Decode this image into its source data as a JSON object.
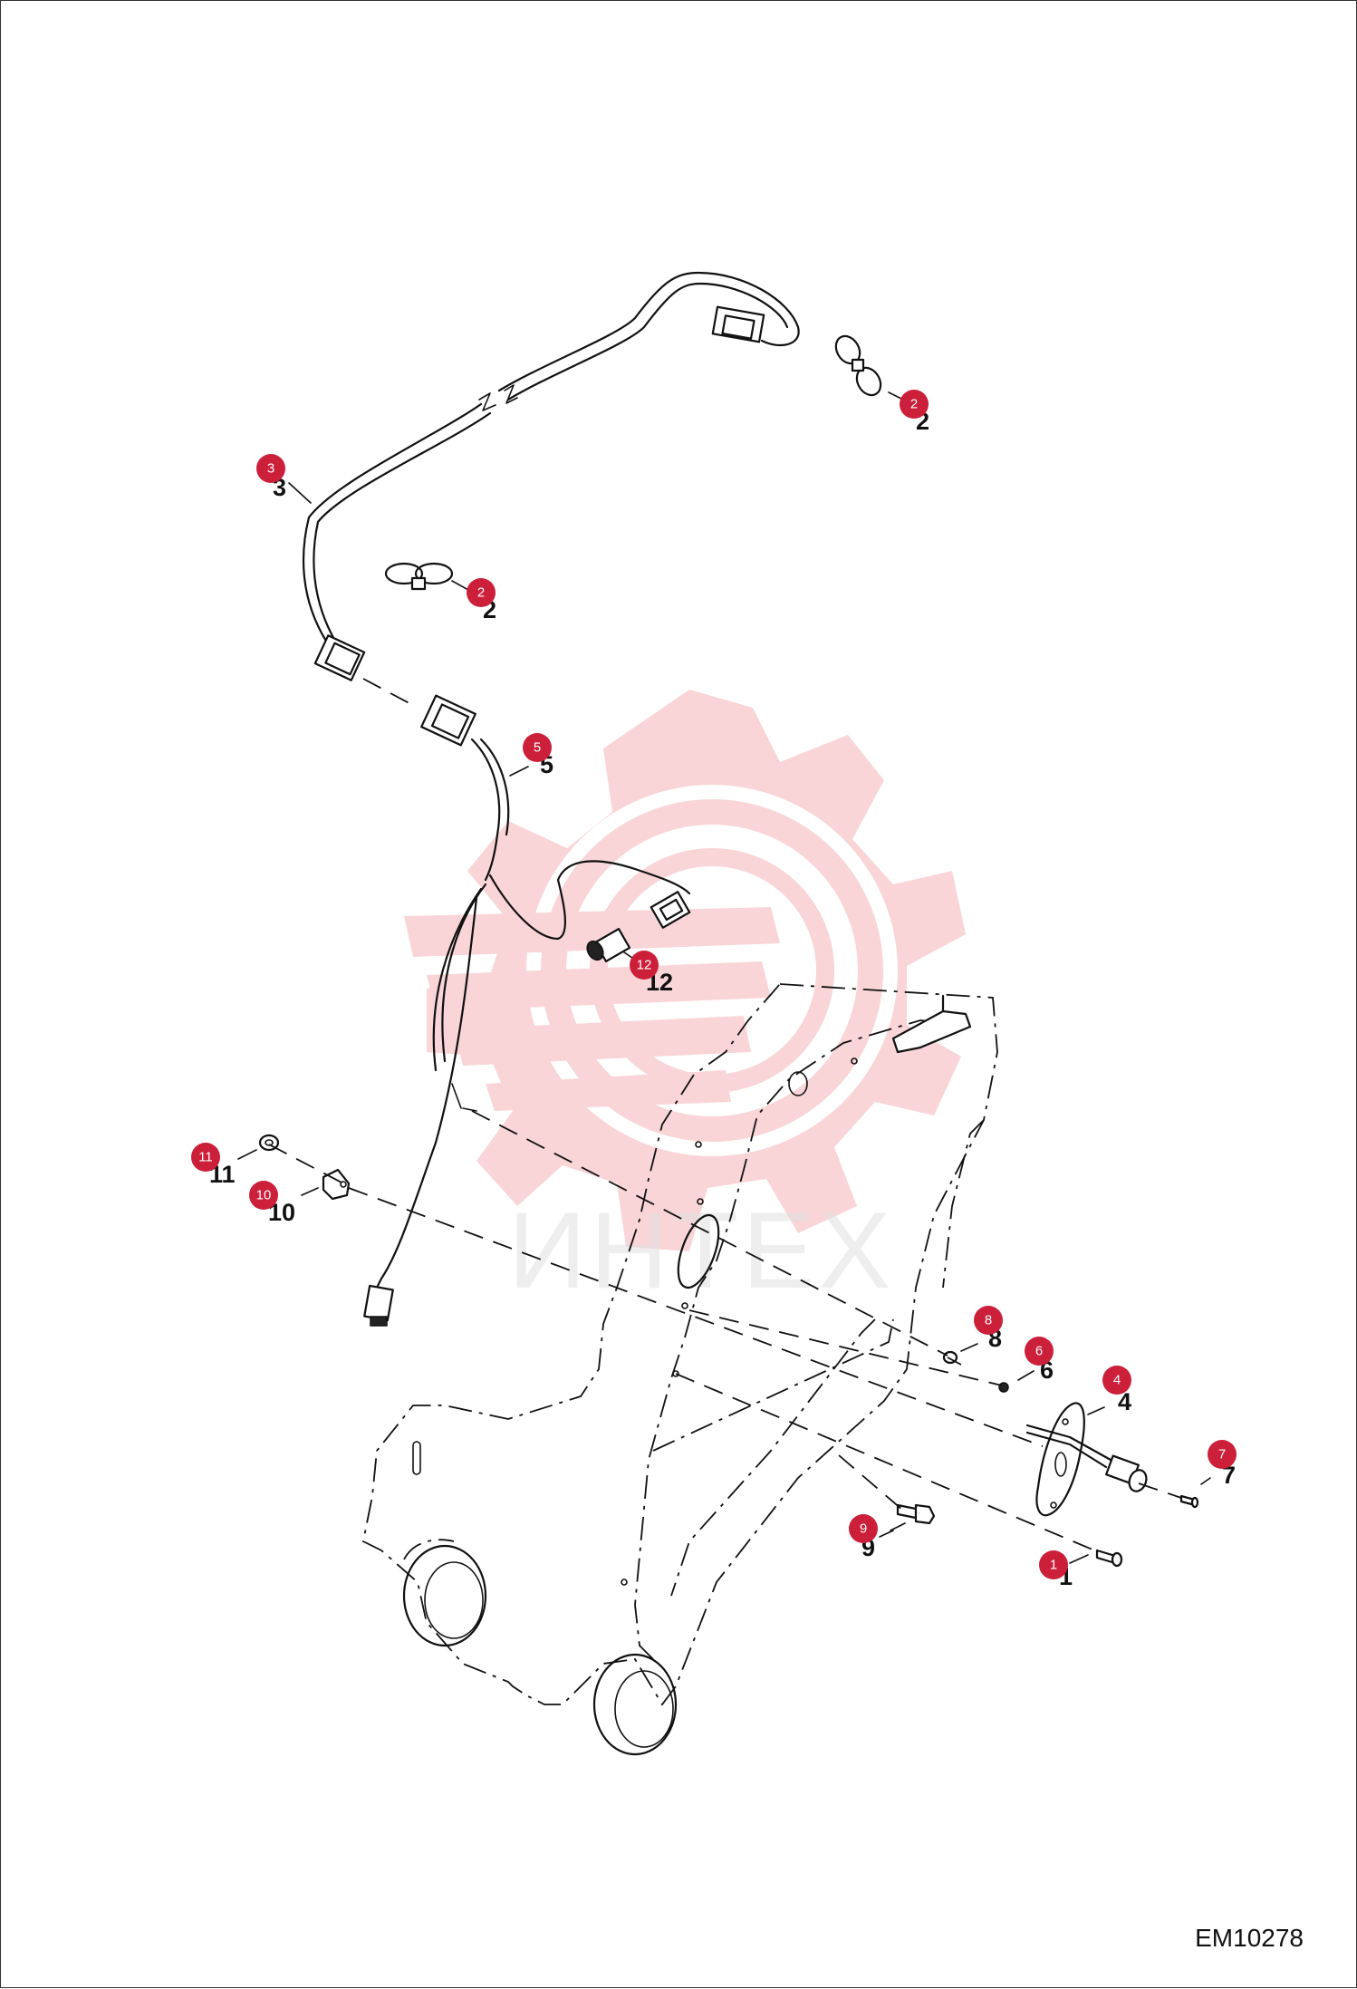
{
  "drawing_id": "EM10278",
  "watermark": {
    "text": "ИНТЕХ",
    "color": "#f5b3b8"
  },
  "accent_color": "#cc1f3a",
  "callouts": [
    {
      "label": "1",
      "number": "1"
    },
    {
      "label": "2",
      "number": "2"
    },
    {
      "label": "2",
      "number": "2"
    },
    {
      "label": "3",
      "number": "3"
    },
    {
      "label": "4",
      "number": "4"
    },
    {
      "label": "5",
      "number": "5"
    },
    {
      "label": "6",
      "number": "6"
    },
    {
      "label": "7",
      "number": "7"
    },
    {
      "label": "8",
      "number": "8"
    },
    {
      "label": "9",
      "number": "9"
    },
    {
      "label": "10",
      "number": "10"
    },
    {
      "label": "11",
      "number": "11"
    },
    {
      "label": "12",
      "number": "12"
    }
  ]
}
